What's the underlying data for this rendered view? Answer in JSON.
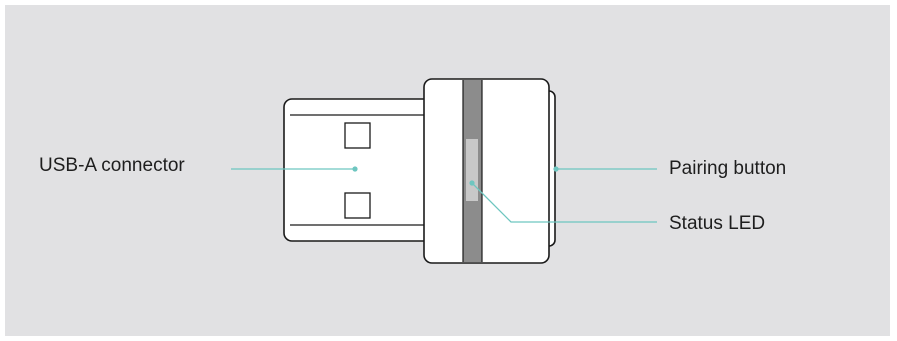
{
  "labels": {
    "usb_connector": "USB-A connector",
    "pairing_button": "Pairing button",
    "status_led": "Status LED"
  },
  "colors": {
    "background": "#e1e1e3",
    "callout_line": "#6ec6c0",
    "outline": "#1a1a1a",
    "band": "#8c8c8c",
    "led": "#c8c8c8"
  }
}
